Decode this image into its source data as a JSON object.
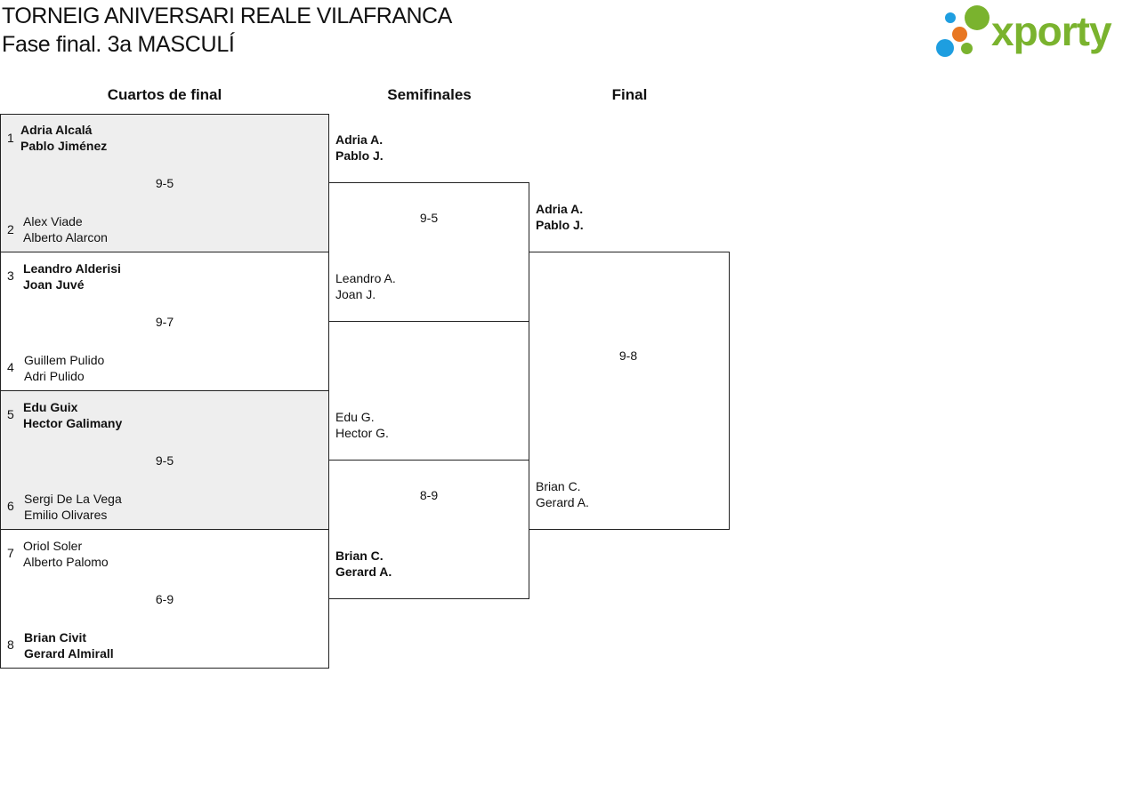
{
  "title": "TORNEIG ANIVERSARI REALE VILAFRANCA",
  "subtitle": "Fase final. 3a MASCULÍ",
  "logo": {
    "text": "xporty",
    "colors": [
      "#1e9ee0",
      "#7ab32e",
      "#e87722",
      "#1e9ee0",
      "#7ab32e"
    ]
  },
  "rounds": {
    "quarter": "Cuartos de final",
    "semi": "Semifinales",
    "final": "Final"
  },
  "quarterfinals": [
    {
      "seed_a": "1",
      "team_a": [
        "Adria Alcalá",
        "Pablo Jiménez"
      ],
      "score": "9-5",
      "seed_b": "2",
      "team_b": [
        "Alex Viade",
        "Alberto Alarcon"
      ]
    },
    {
      "seed_a": "3",
      "team_a": [
        "Leandro Alderisi",
        "Joan Juvé"
      ],
      "score": "9-7",
      "seed_b": "4",
      "team_b": [
        "Guillem Pulido",
        "Adri Pulido"
      ]
    },
    {
      "seed_a": "5",
      "team_a": [
        "Edu Guix",
        "Hector Galimany"
      ],
      "score": "9-5",
      "seed_b": "6",
      "team_b": [
        "Sergi De La Vega",
        "Emilio Olivares"
      ]
    },
    {
      "seed_a": "7",
      "team_a": [
        "Oriol Soler",
        "Alberto Palomo"
      ],
      "score": "6-9",
      "seed_b": "8",
      "team_b": [
        "Brian Civit",
        "Gerard Almirall"
      ]
    }
  ],
  "semifinals": [
    {
      "team_a": [
        "Adria A.",
        "Pablo J."
      ],
      "score": "9-5",
      "team_b": [
        "Leandro A.",
        "Joan J."
      ]
    },
    {
      "team_a": [
        "Edu G.",
        "Hector G."
      ],
      "score": "8-9",
      "team_b": [
        "Brian C.",
        "Gerard A."
      ]
    }
  ],
  "final": {
    "team_a": [
      "Adria A.",
      "Pablo J."
    ],
    "score": "9-8",
    "team_b": [
      "Brian C.",
      "Gerard A."
    ]
  }
}
